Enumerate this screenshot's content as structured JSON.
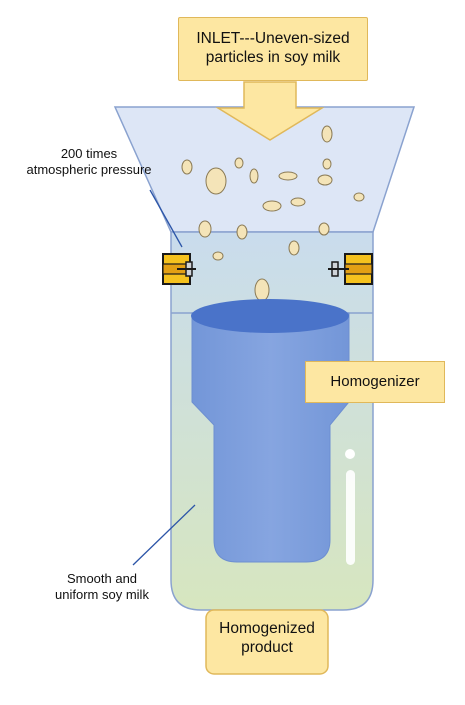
{
  "labels": {
    "inlet_line1": "INLET---Uneven-sized",
    "inlet_line2": "particles in soy milk",
    "pressure_line1": "200 times",
    "pressure_line2": "atmospheric pressure",
    "homogenizer": "Homogenizer",
    "smooth_line1": "Smooth and",
    "smooth_line2": "uniform soy milk",
    "product_line1": "Homogenized",
    "product_line2": "product"
  },
  "colors": {
    "label_box_fill": "#fde7a2",
    "label_box_border": "#e0b85a",
    "hopper_fill": "#dde6f6",
    "outline": "#8aa2cf",
    "liquid_top": "#c9dced",
    "liquid_bottom": "#d7e6bf",
    "homogenizer_body": "#7f9fdc",
    "homogenizer_rim": "#4a73c9",
    "particle_fill": "#f4e4b8",
    "valve_fill": "#f5c21e"
  }
}
